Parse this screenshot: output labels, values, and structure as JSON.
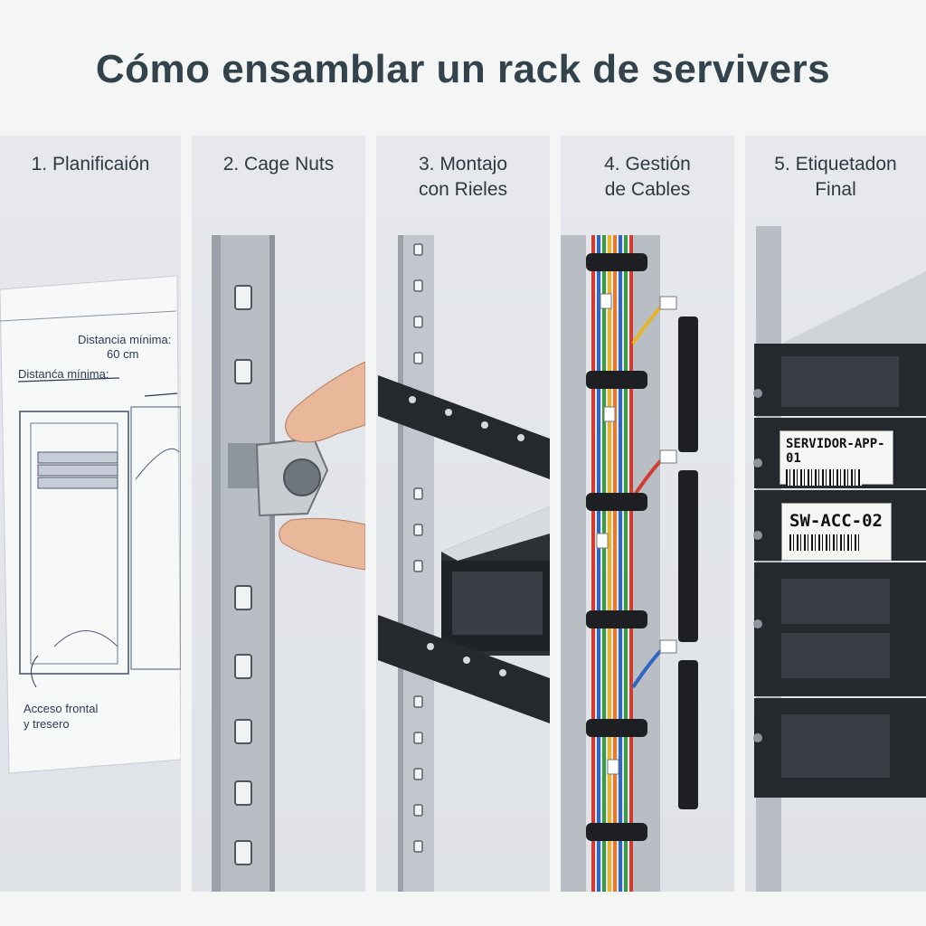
{
  "title": "Cómo ensamblar un rack de servivers",
  "panels": [
    {
      "caption": "1. Planificaión"
    },
    {
      "caption": "2. Cage Nuts"
    },
    {
      "caption": "3. Montajo\ncon Rieles"
    },
    {
      "caption": "4. Gestión\nde Cables"
    },
    {
      "caption": "5. Etiquetadon\nFinal"
    }
  ],
  "sketch": {
    "note_dist_1": "Distancia mínima:",
    "note_dist_1_value": "60 cm",
    "note_dist_2": "Distanća mínima:",
    "note_access_1": "Acceso frontal",
    "note_access_2": "y tresero"
  },
  "server_labels": [
    "SERVIDOR-APP-01",
    "SW-ACC-02"
  ],
  "colors": {
    "title": "#33434b",
    "panel_bg": "#e2e5ea",
    "rail": "#b9bec5",
    "rail_dark": "#8c939b",
    "server_dark": "#25282c",
    "cable_red": "#d23b2f",
    "cable_blue": "#2f66c2",
    "cable_green": "#3c9a46",
    "cable_yellow": "#e6b52a",
    "cable_orange": "#e47b2a"
  }
}
